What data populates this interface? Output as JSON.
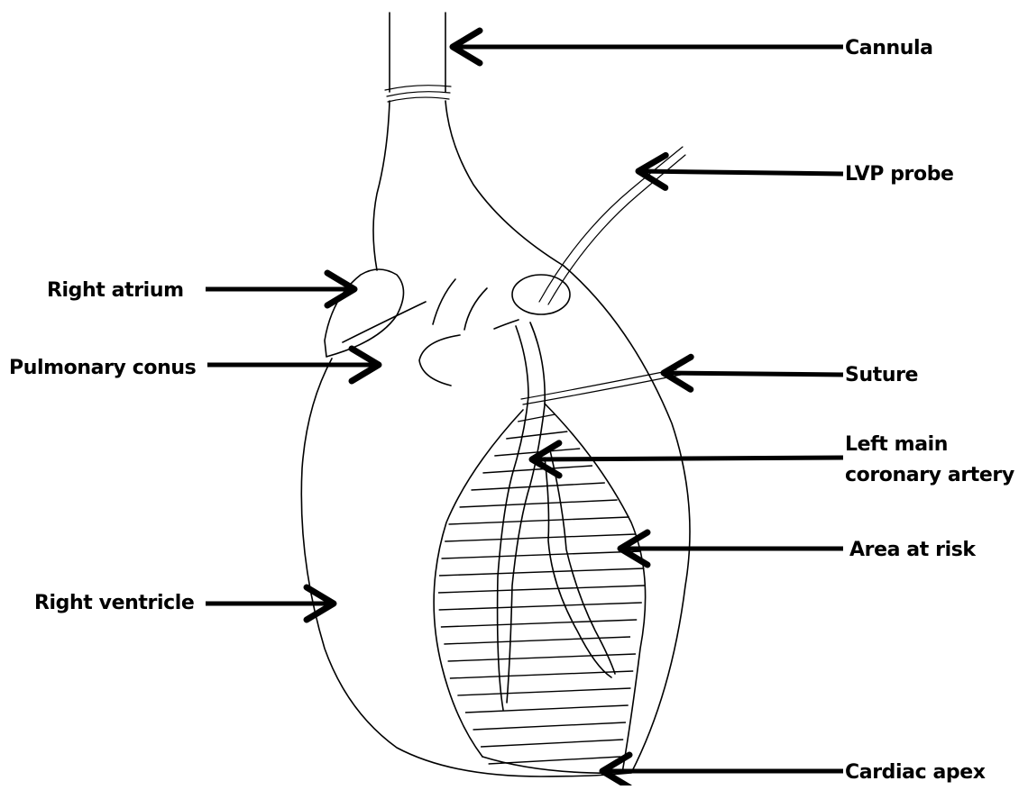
{
  "labels": {
    "cannula": "Cannula",
    "lvp_probe": "LVP probe",
    "right_atrium": "Right atrium",
    "pulmonary_conus": "Pulmonary conus",
    "suture": "Suture",
    "left_main_line1": "Left main",
    "left_main_line2": "coronary artery",
    "area_at_risk": "Area at risk",
    "right_ventricle": "Right ventricle",
    "cardiac_apex": "Cardiac apex"
  },
  "colors": {
    "ink": "#000000",
    "background": "#ffffff"
  }
}
